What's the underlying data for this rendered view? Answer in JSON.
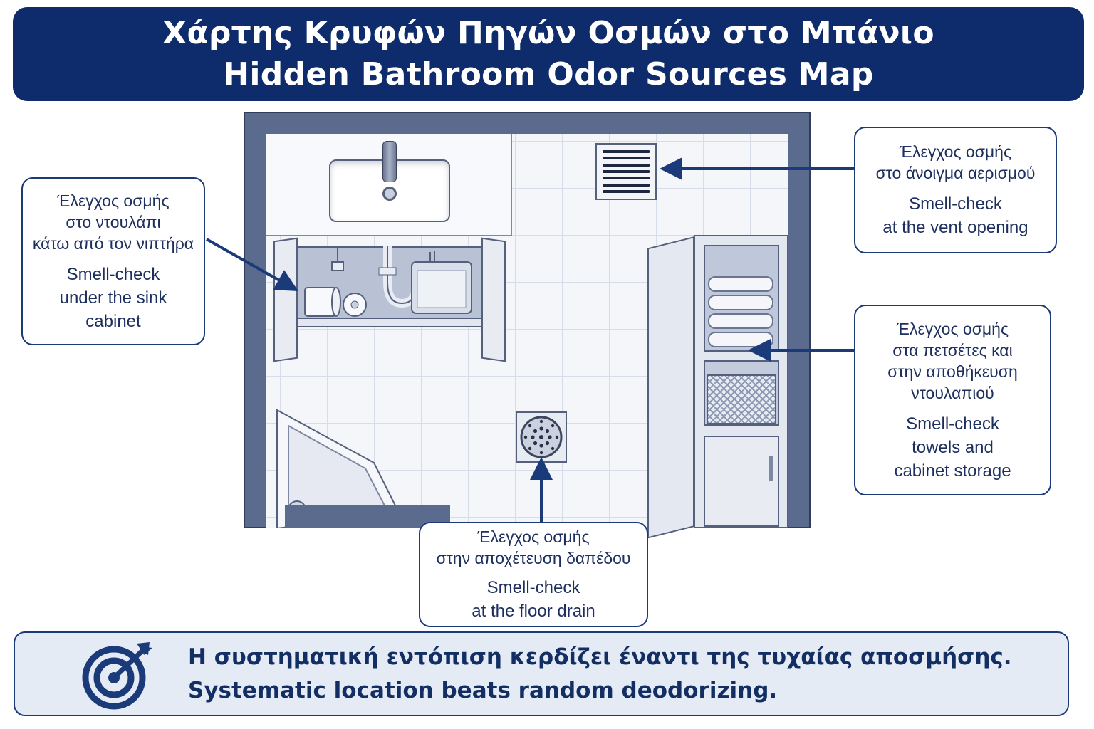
{
  "title": {
    "greek": "Χάρτης Κρυφών Πηγών Οσμών στο Μπάνιο",
    "english": "Hidden Bathroom Odor Sources Map"
  },
  "callouts": {
    "sink": {
      "greek": [
        "Έλεγχος οσμής",
        "στο ντουλάπι",
        "κάτω από τον νιπτήρα"
      ],
      "english": [
        "Smell-check",
        "under the sink",
        "cabinet"
      ]
    },
    "vent": {
      "greek": [
        "Έλεγχος οσμής",
        "στο άνοιγμα αερισμού"
      ],
      "english": [
        "Smell-check",
        "at the vent opening"
      ]
    },
    "towels": {
      "greek": [
        "Έλεγχος οσμής",
        "στα πετσέτες και",
        "στην αποθήκευση",
        "ντουλαπιού"
      ],
      "english": [
        "Smell-check",
        "towels and",
        "cabinet storage"
      ]
    },
    "drain": {
      "greek": [
        "Έλεγχος οσμής",
        "στην αποχέτευση δαπέδου"
      ],
      "english": [
        "Smell-check",
        "at the floor drain"
      ]
    }
  },
  "footer": {
    "icon": "target-icon",
    "greek": "Η συστηματική εντόπιση κερδίζει έναντι της τυχαίας αποσμήσης.",
    "english": "Systematic location beats random deodorizing."
  },
  "colors": {
    "banner": "#0e2c6b",
    "accent": "#1b3a7a",
    "footer_bg": "#e5ebf5",
    "floor_tile": "#f4f6fa"
  }
}
